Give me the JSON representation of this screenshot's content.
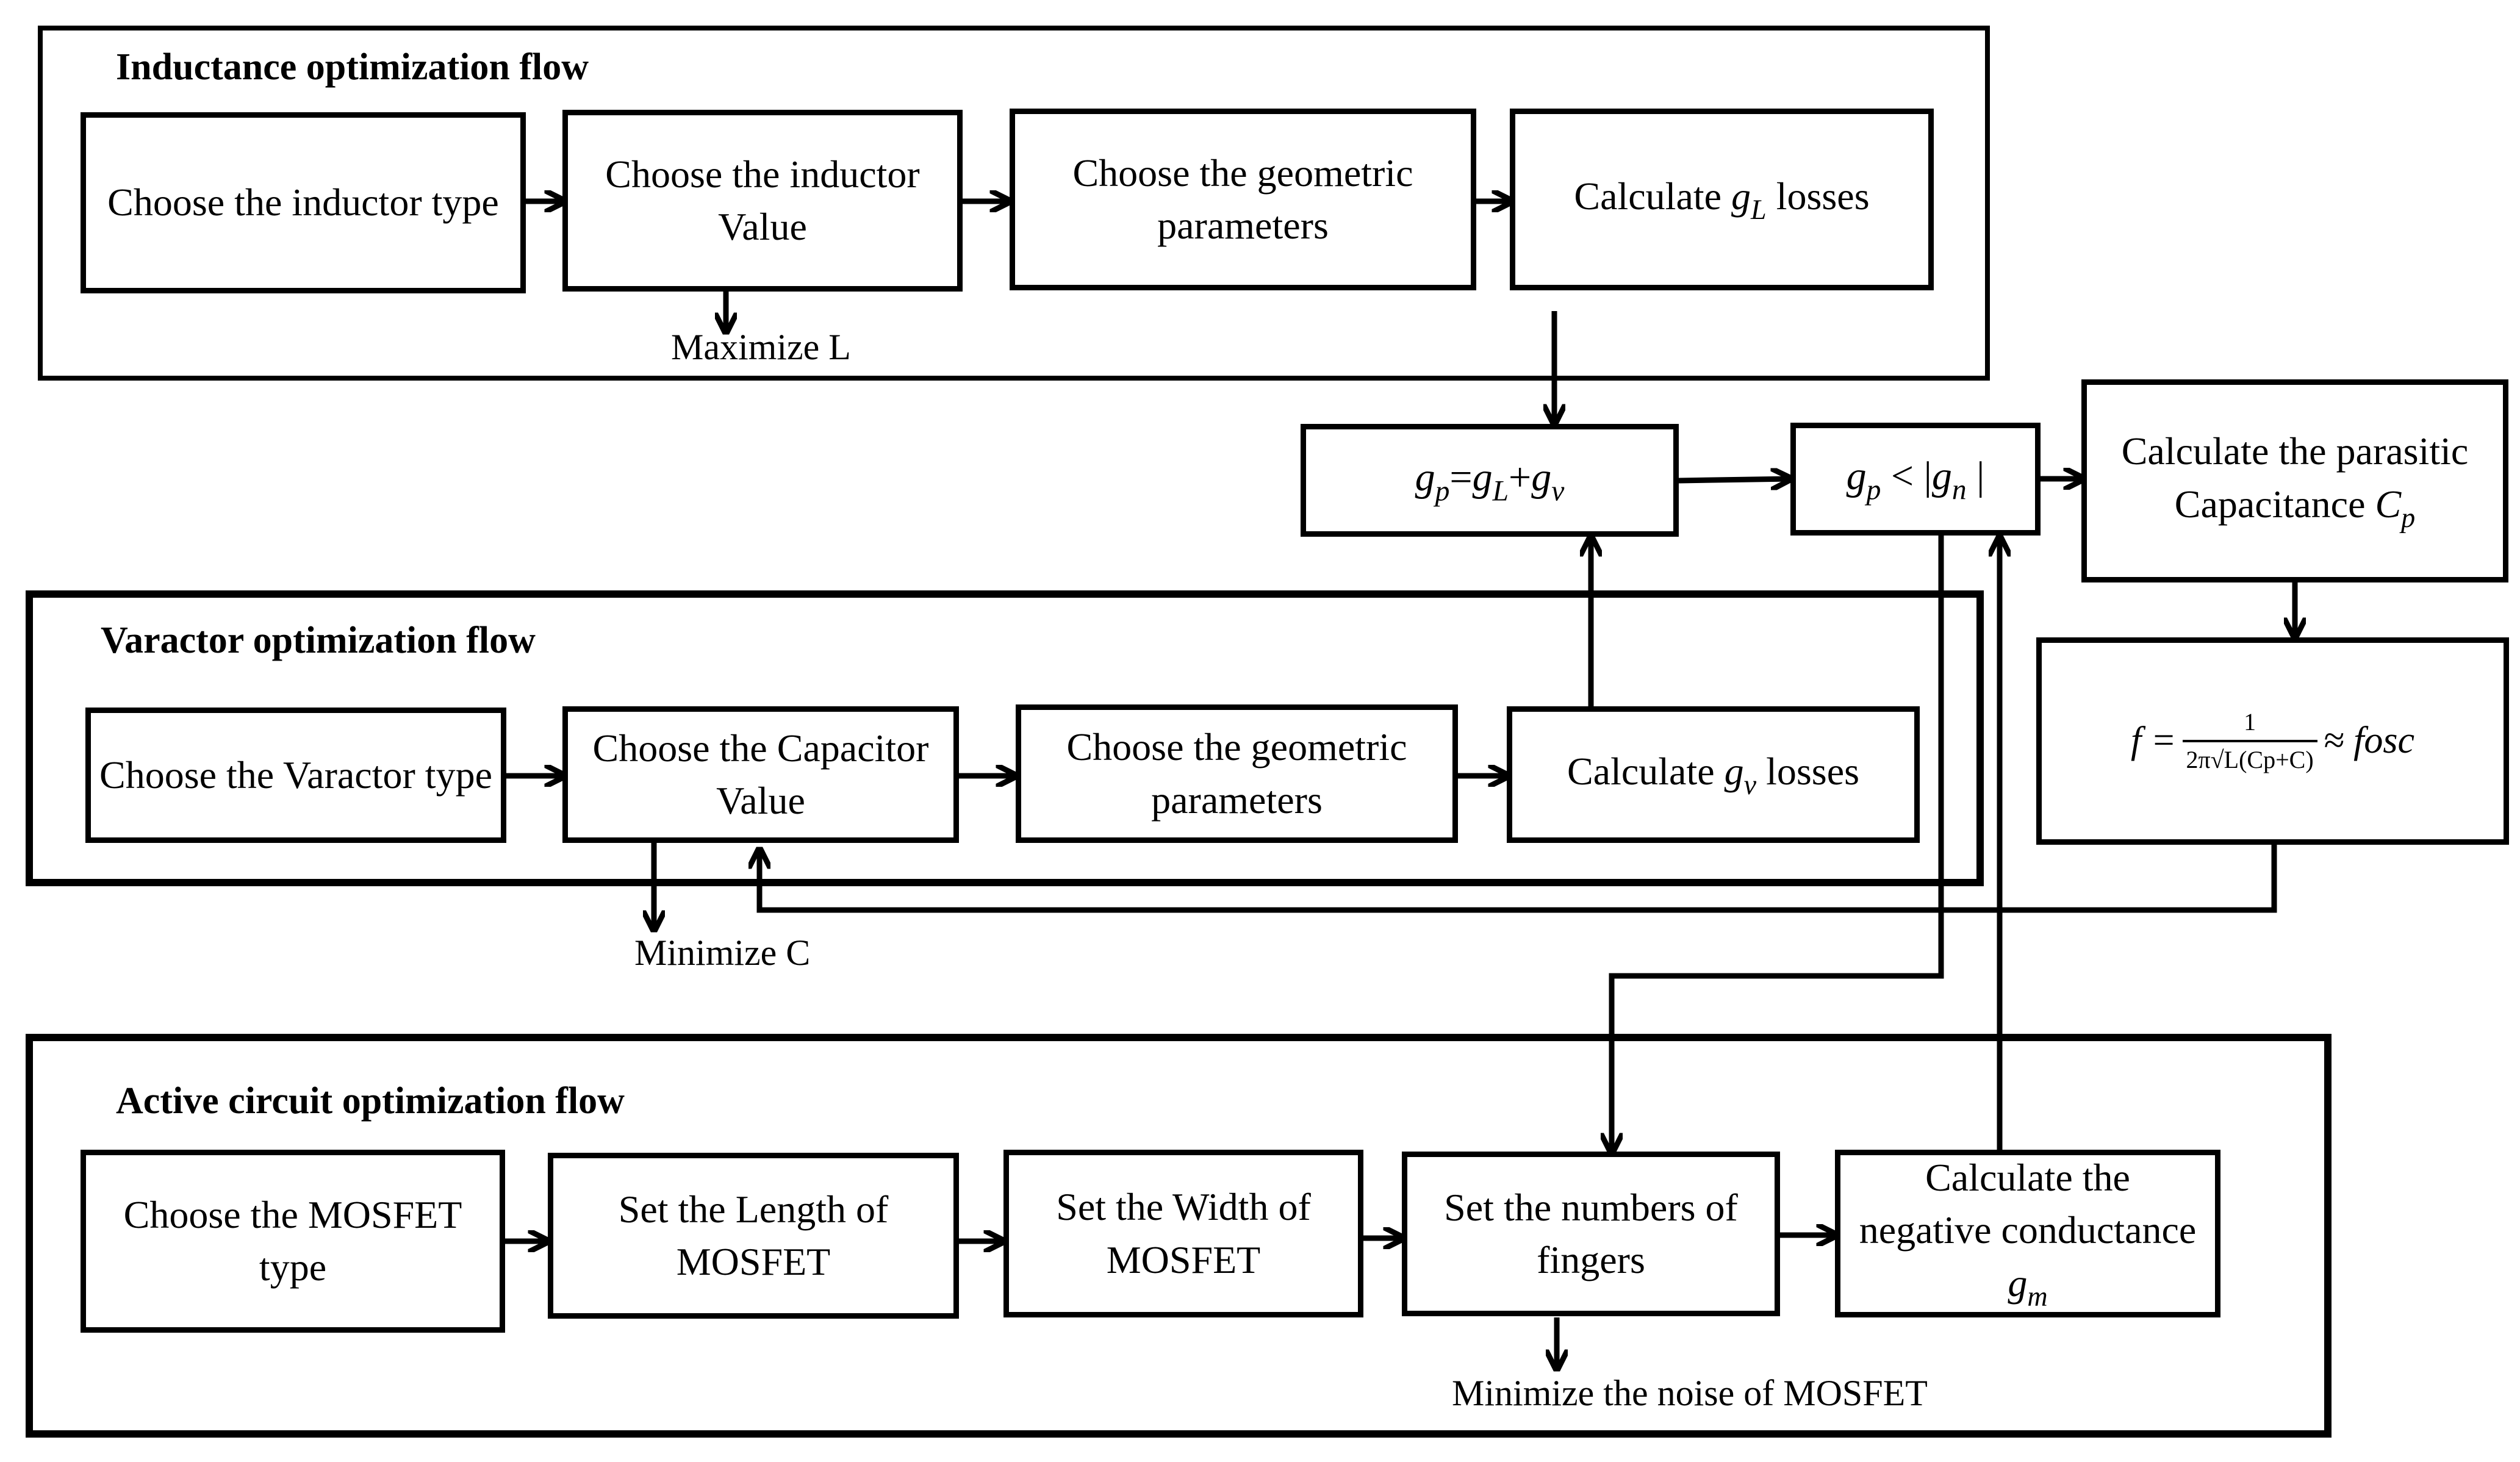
{
  "inductance": {
    "title": "Inductance optimization flow",
    "step1": "Choose the inductor type",
    "step2": "Choose the inductor Value",
    "step3": "Choose the geometric parameters",
    "step4_pre": "Calculate ",
    "step4_var": "g",
    "step4_sub": "L",
    "step4_post": " losses",
    "note": "Maximize L"
  },
  "varactor": {
    "title": "Varactor optimization flow",
    "step1": "Choose the Varactor type",
    "step2": "Choose the Capacitor Value",
    "step3": "Choose the geometric parameters",
    "step4_pre": "Calculate ",
    "step4_var": "g",
    "step4_sub": "v",
    "step4_post": " losses",
    "note": "Minimize C"
  },
  "active": {
    "title": "Active circuit optimization flow",
    "step1": "Choose the MOSFET type",
    "step2": "Set the Length of MOSFET",
    "step3": "Set the Width of MOSFET",
    "step4": "Set the numbers of fingers",
    "step5_pre": "Calculate the negative conductance ",
    "step5_var": "g",
    "step5_sub": "m",
    "note": "Minimize the noise of MOSFET"
  },
  "combine": {
    "gp": "g",
    "gp_sub": "p",
    "eq": "=",
    "gl": "g",
    "gl_sub": "L",
    "plus": "+",
    "gv": "g",
    "gv_sub": "v"
  },
  "condition": {
    "gp": "g",
    "gp_sub": "p",
    "lt": " < |",
    "gn": "g",
    "gn_sub": "n",
    "close": " |"
  },
  "parasitic": {
    "text": "Calculate the parasitic Capacitance ",
    "var": "C",
    "sub": "p"
  },
  "frequency": {
    "lhs": "f =",
    "num": "1",
    "den": "2π√L(Cp+C)",
    "rhs": "≈ fosc"
  }
}
